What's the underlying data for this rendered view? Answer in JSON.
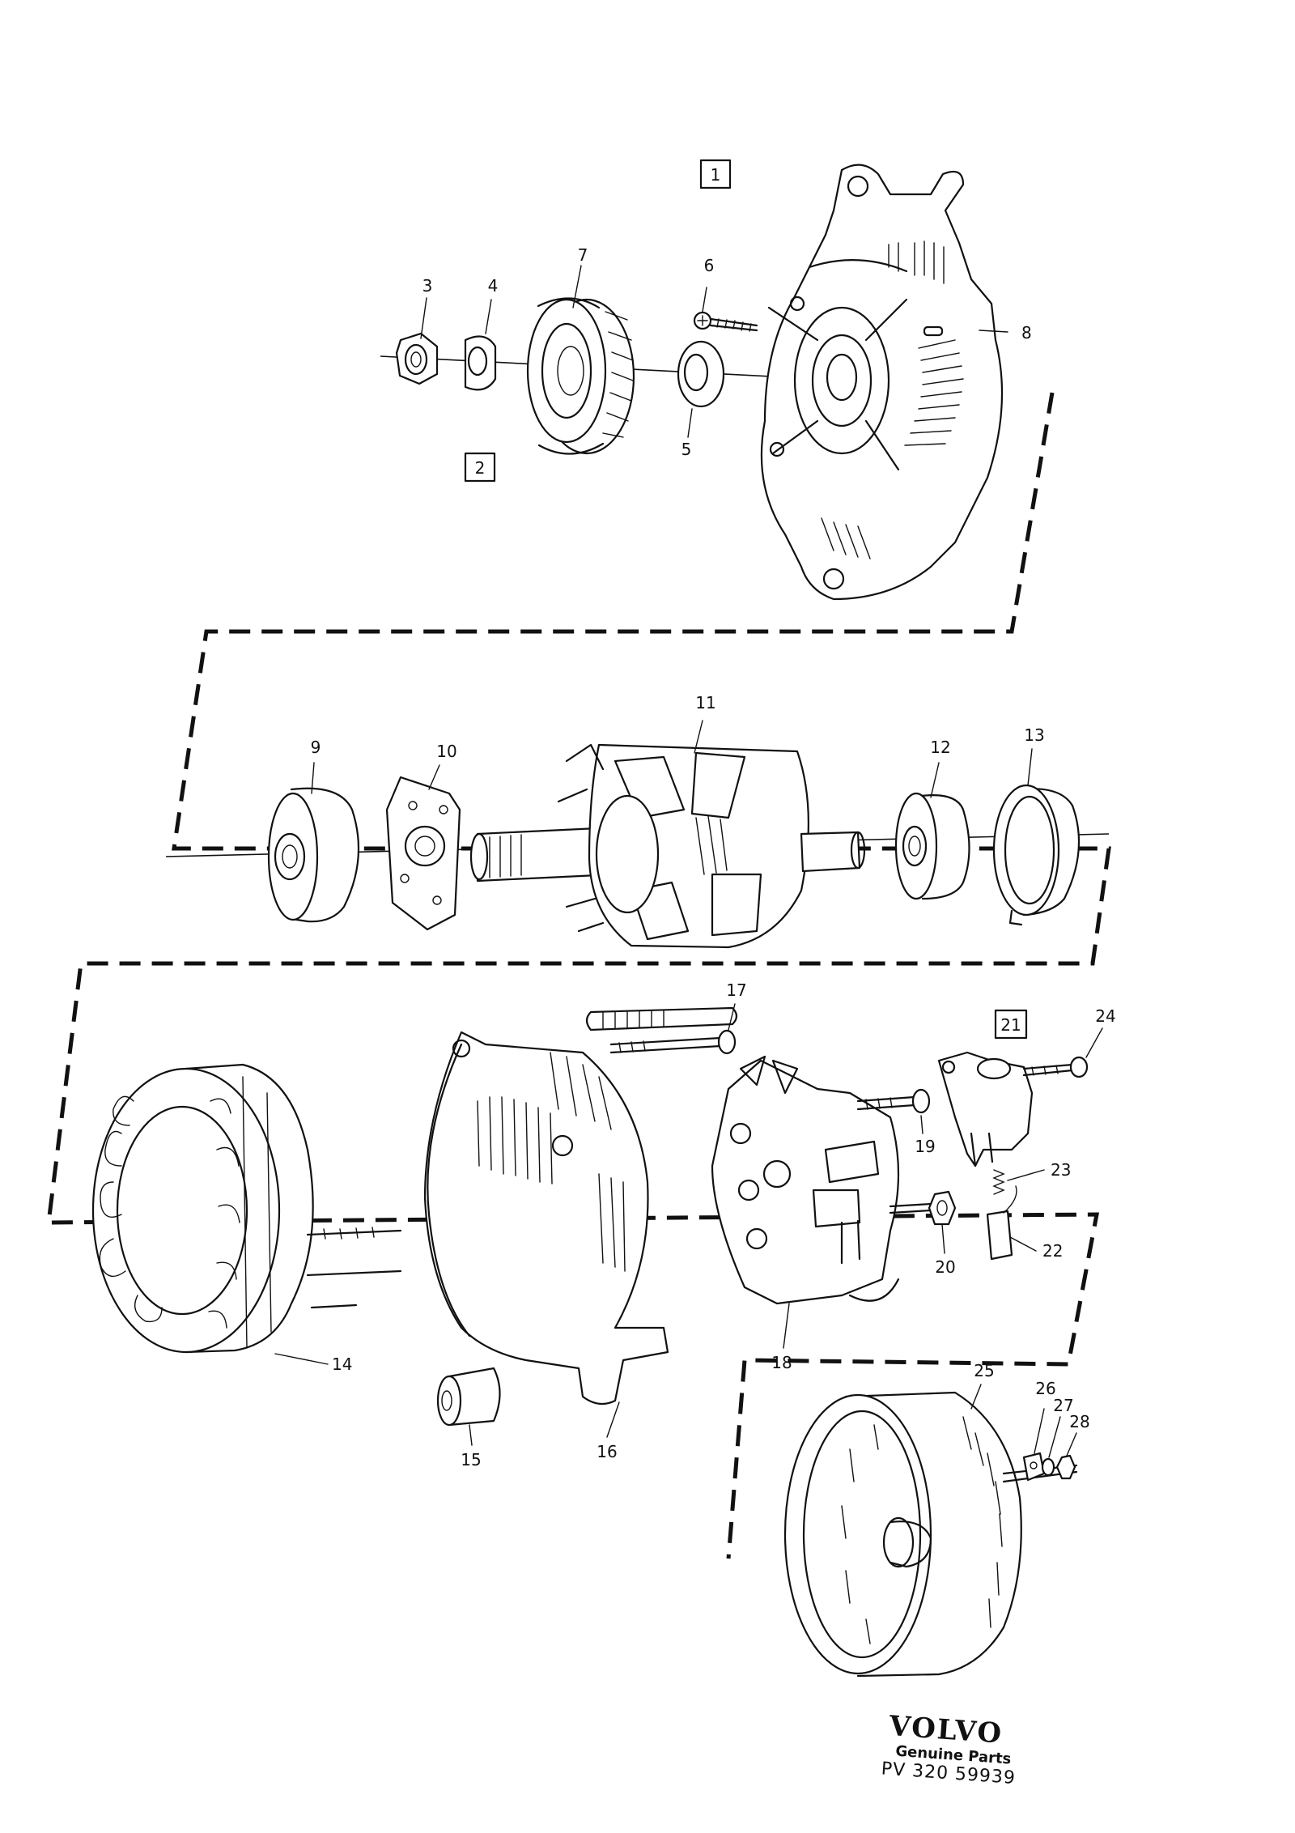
{
  "diagram": {
    "callouts": [
      "3",
      "4",
      "7",
      "6",
      "8",
      "5",
      "9",
      "10",
      "11",
      "12",
      "13",
      "17",
      "24",
      "19",
      "23",
      "20",
      "22",
      "14",
      "18",
      "15",
      "16",
      "25",
      "26",
      "27",
      "28"
    ],
    "boxed_callouts": [
      "1",
      "2",
      "21"
    ]
  },
  "branding": {
    "logo": "VOLVO",
    "subtitle": "Genuine Parts",
    "code": "PV 320 59939"
  }
}
